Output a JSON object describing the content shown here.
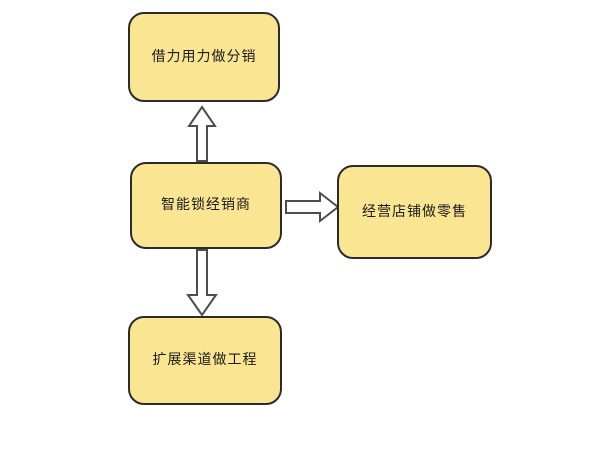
{
  "diagram": {
    "nodes": [
      {
        "id": "top",
        "label": "借力用力做分销"
      },
      {
        "id": "center",
        "label": "智能锁经销商"
      },
      {
        "id": "right",
        "label": "经营店铺做零售"
      },
      {
        "id": "bottom",
        "label": "扩展渠道做工程"
      }
    ],
    "arrows": [
      {
        "id": "up-arrow",
        "from": "center",
        "to": "top",
        "direction": "up"
      },
      {
        "id": "right-arrow",
        "from": "center",
        "to": "right",
        "direction": "right"
      },
      {
        "id": "down-arrow",
        "from": "center",
        "to": "bottom",
        "direction": "down"
      }
    ],
    "colors": {
      "background": "#FFFFFF",
      "node_fill": "#FAE593",
      "node_border": "#2B2B2B",
      "arrow_fill": "#FFFFFF",
      "arrow_outline": "#4D4D4D",
      "text": "#1A1A1A"
    }
  }
}
